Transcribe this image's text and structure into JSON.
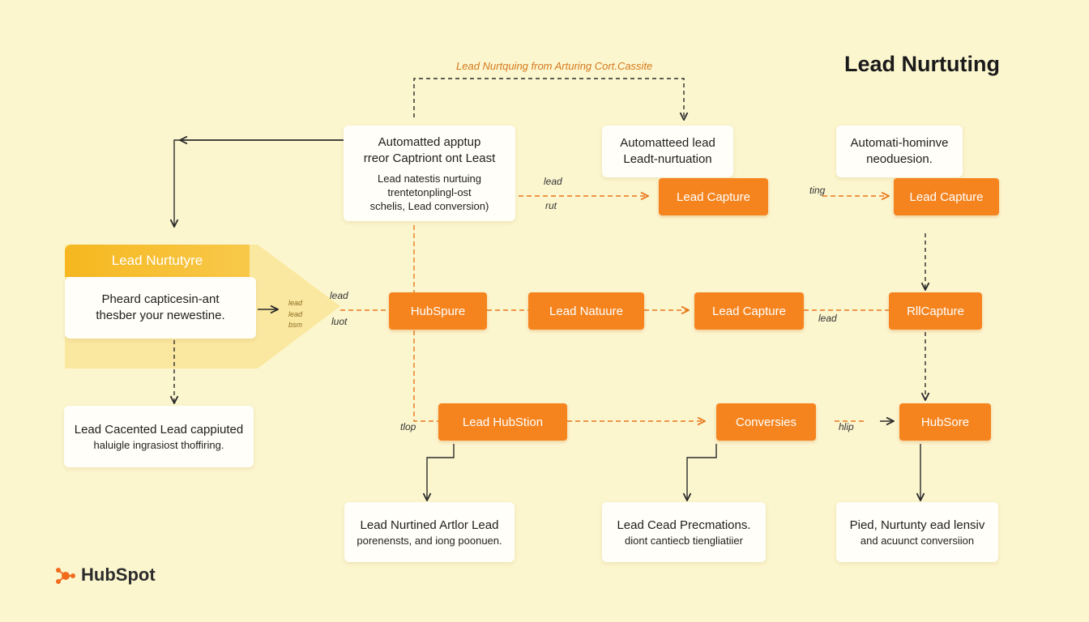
{
  "title": "Lead Nurtuting",
  "top_label": "Lead Nurtquing from Arturing Cort.Cassite",
  "left_panel": {
    "banner": "Lead Nurtutyre",
    "line1": "Pheard capticesin-ant",
    "line2": "thesber your newestine."
  },
  "white_boxes": {
    "top_center": {
      "line1": "Automatted apptup",
      "line2": "rreor Captriont ont Least",
      "line3": "Lead natestis nurtuing",
      "line4": "trentetonplingl-ost",
      "line5": "schelis, Lead conversion)"
    },
    "top_mid": {
      "line1": "Automatteed lead",
      "line2": "Leadt-nurtuation"
    },
    "top_right": {
      "line1": "Automati-hominve",
      "line2": "neoduesion."
    },
    "left_bottom": {
      "line1": "Lead Cacented Lead cappiuted",
      "line2": "haluigle ingrasiost thoffiring."
    },
    "bottom_1": {
      "line1": "Lead Nurtined Artlor Lead",
      "line2": "porenensts, and iong poonuen."
    },
    "bottom_2": {
      "line1": "Lead Cead Precmations.",
      "line2": "diont cantiecb tiengliatiier"
    },
    "bottom_3": {
      "line1": "Pied, Nurtunty ead lensiv",
      "line2": "and acuunct conversiion"
    }
  },
  "orange_boxes": {
    "lead_capture_1": "Lead Capture",
    "lead_capture_2": "Lead Capture",
    "hubspure": "HubSpure",
    "lead_natuure": "Lead Natuure",
    "lead_capture_3": "Lead Capture",
    "rllcapture": "RllCapture",
    "lead_hubstion": "Lead HubStion",
    "conversies": "Conversies",
    "hubsore": "HubSore"
  },
  "connector_labels": {
    "lead_a": "lead",
    "rut": "rut",
    "ting": "ting",
    "lead_b": "lead",
    "luot": "luot",
    "lead_small": "lead",
    "lead_small2": "lead",
    "bsm": "bsm",
    "lead_c": "lead",
    "tlop": "tlop",
    "hlip": "hlip"
  },
  "logo": {
    "text": "HubSpot",
    "icon": "hubspot-sprocket-icon"
  },
  "colors": {
    "background": "#fcf6cf",
    "orange": "#f5841f",
    "yellow": "#f6b71f",
    "dark_line": "#2b2b2b"
  }
}
